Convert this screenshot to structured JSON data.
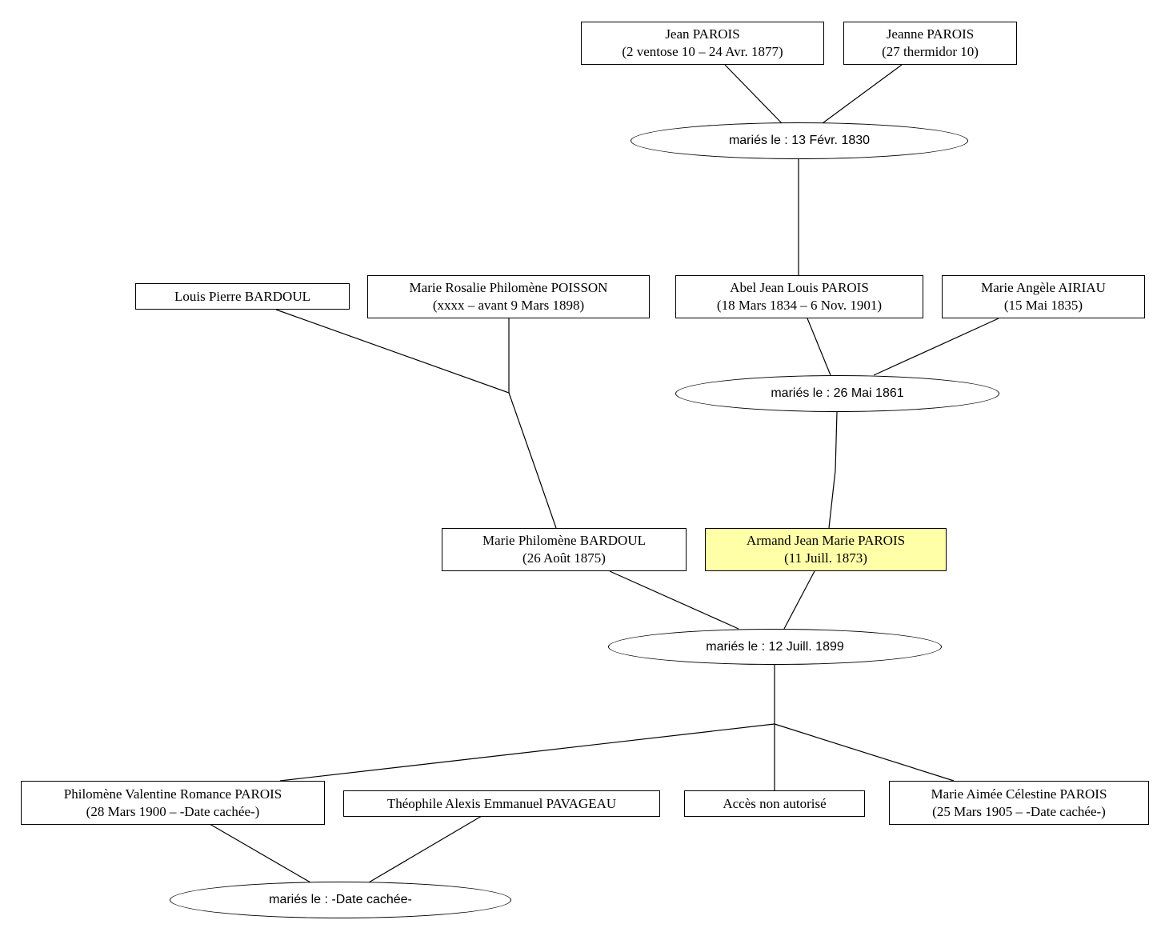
{
  "people": {
    "jean_parois": {
      "name": "Jean PAROIS",
      "dates": "(2 ventose 10 – 24 Avr. 1877)"
    },
    "jeanne_parois": {
      "name": "Jeanne PAROIS",
      "dates": "(27 thermidor 10)"
    },
    "louis_pierre_bardoul": {
      "name": "Louis Pierre BARDOUL"
    },
    "marie_rosalie_poisson": {
      "name": "Marie Rosalie Philomène POISSON",
      "dates": "(xxxx – avant 9 Mars 1898)"
    },
    "abel_jean_louis_parois": {
      "name": "Abel Jean Louis PAROIS",
      "dates": "(18 Mars 1834 – 6 Nov. 1901)"
    },
    "marie_angele_airiau": {
      "name": "Marie Angèle AIRIAU",
      "dates": "(15 Mai 1835)"
    },
    "marie_philomene_bardoul": {
      "name": "Marie Philomène BARDOUL",
      "dates": "(26 Août 1875)"
    },
    "armand_jean_marie_parois": {
      "name": "Armand Jean Marie PAROIS",
      "dates": "(11 Juill. 1873)"
    },
    "philomene_valentine_parois": {
      "name": "Philomène Valentine Romance PAROIS",
      "dates": "(28 Mars 1900 – -Date cachée-)"
    },
    "theophile_pavageau": {
      "name": "Théophile Alexis Emmanuel PAVAGEAU"
    },
    "acces_non_autorise": {
      "name": "Accès non autorisé"
    },
    "marie_aimee_parois": {
      "name": "Marie Aimée Célestine PAROIS",
      "dates": "(25 Mars 1905 – -Date cachée-)"
    }
  },
  "marriages": {
    "m1830": "mariés le : 13 Févr. 1830",
    "m1861": "mariés le : 26 Mai 1861",
    "m1899": "mariés le : 12 Juill. 1899",
    "m_hidden": "mariés le : -Date cachée-"
  },
  "colors": {
    "highlight": "#ffffa8",
    "line": "#000000",
    "background": "#ffffff"
  }
}
